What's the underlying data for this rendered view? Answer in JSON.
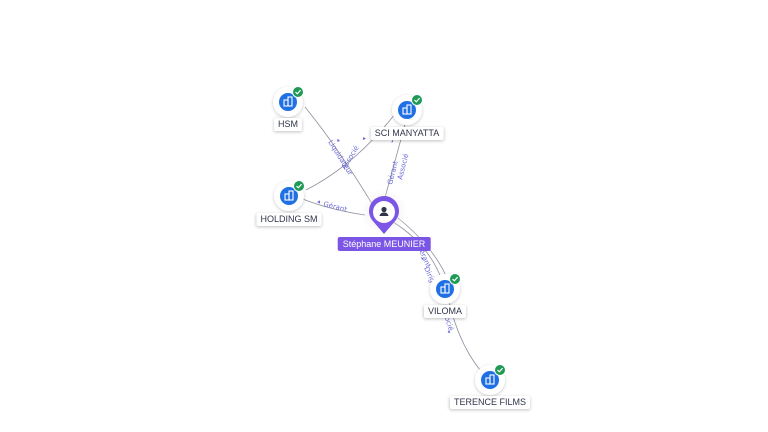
{
  "graph": {
    "person": {
      "label": "Stéphane MEUNIER",
      "icon": "person-icon"
    },
    "companies": [
      {
        "id": "hsm",
        "label": "HSM",
        "icon": "company-building-icon",
        "badge": "verified-check-icon"
      },
      {
        "id": "sci",
        "label": "SCI MANYATTA",
        "icon": "company-building-icon",
        "badge": "verified-check-icon"
      },
      {
        "id": "holding",
        "label": "HOLDING SM",
        "icon": "company-building-icon",
        "badge": "verified-check-icon"
      },
      {
        "id": "viloma",
        "label": "VILOMA",
        "icon": "company-building-icon",
        "badge": "verified-check-icon"
      },
      {
        "id": "terence",
        "label": "TERENCE FILMS",
        "icon": "company-building-icon",
        "badge": "verified-check-icon"
      }
    ],
    "edges": [
      {
        "from": "person",
        "to": "hsm",
        "label": "Liquidateur"
      },
      {
        "from": "holding",
        "to": "sci",
        "label": "Associé"
      },
      {
        "from": "person",
        "to": "sci",
        "label": "Gérant\nAssocié"
      },
      {
        "from": "person",
        "to": "holding",
        "label": "Gérant"
      },
      {
        "from": "person",
        "to": "viloma",
        "label": "Gérant"
      },
      {
        "from": "person",
        "to": "viloma",
        "label": "Dirigeant"
      },
      {
        "from": "viloma",
        "to": "terence",
        "label": "Associé"
      }
    ],
    "colors": {
      "person": "#7b55e6",
      "company": "#1f6fe5",
      "badge": "#1e9a55",
      "edge_label": "#6b6bd6"
    }
  }
}
